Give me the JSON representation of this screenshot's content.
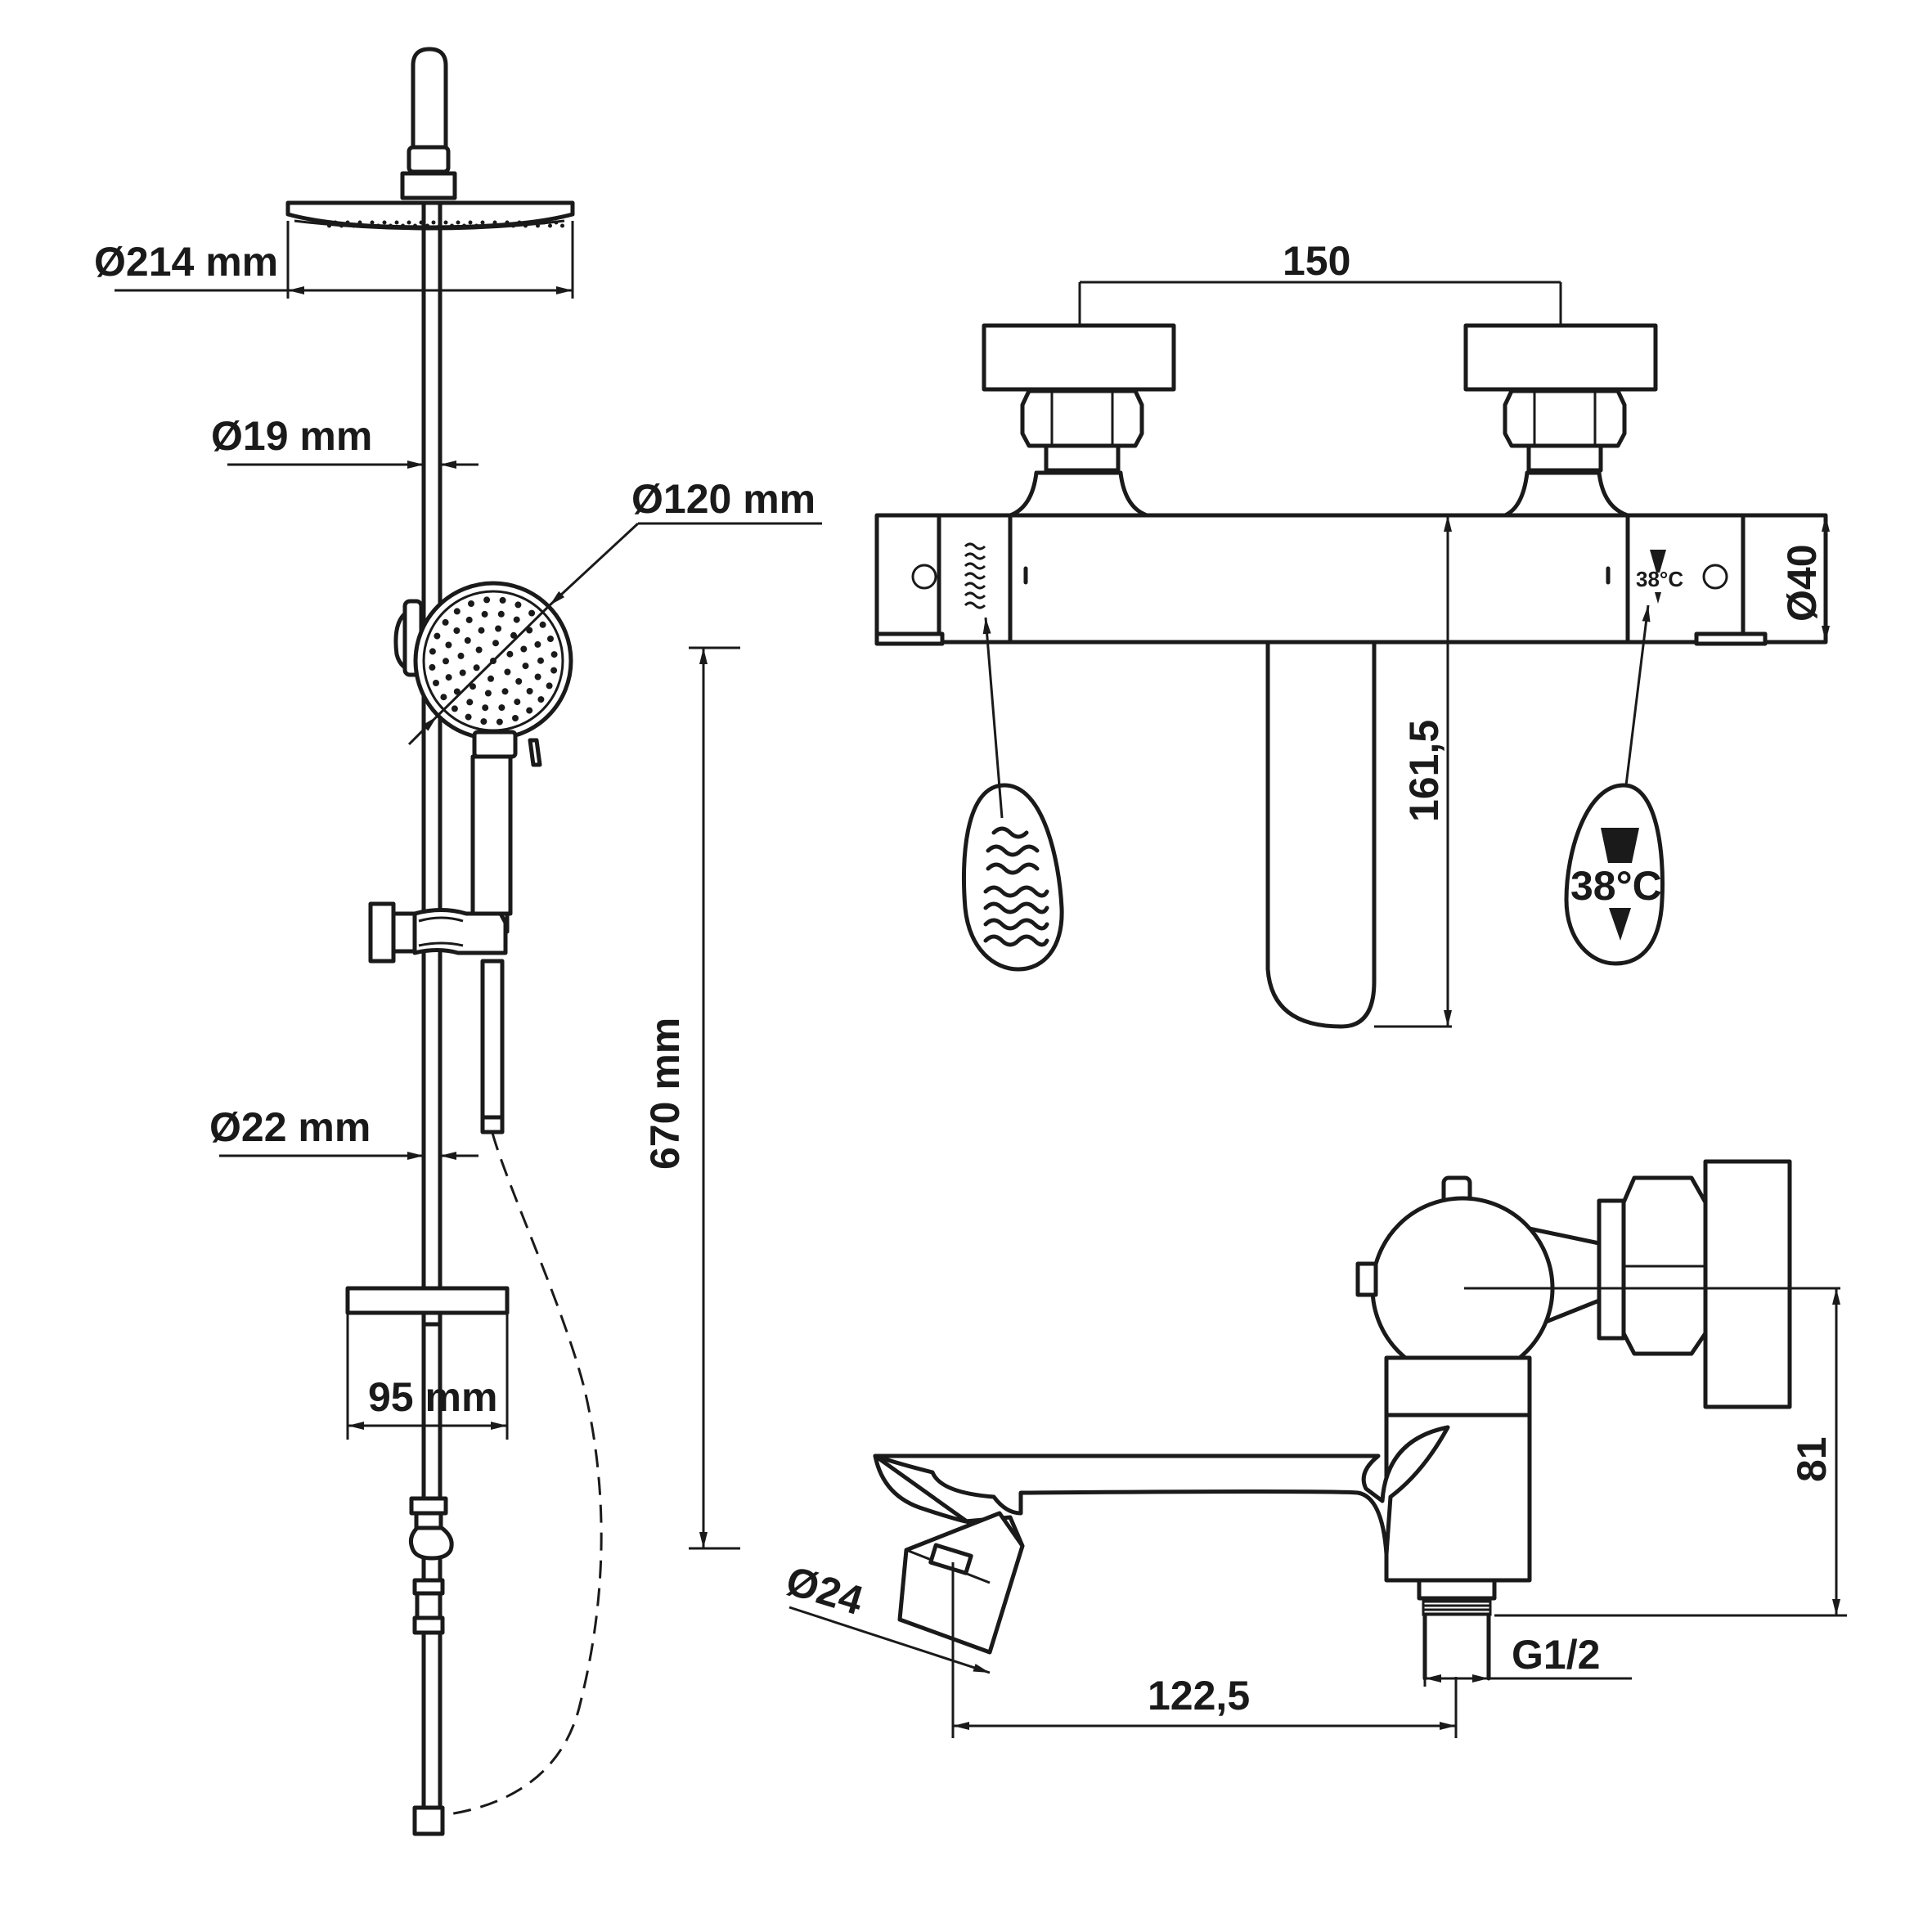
{
  "shower_column": {
    "rain_head_diameter": "Ø214 mm",
    "rail_diameter_top": "Ø19 mm",
    "hand_shower_diameter": "Ø120 mm",
    "rail_diameter_bottom": "Ø22 mm",
    "shelf_width": "95 mm",
    "height": "670 mm"
  },
  "mixer_front": {
    "centers": "150",
    "body_diameter": "Ø40",
    "spout_drop": "161,5",
    "temp_mark_small": "38°C",
    "temp_mark_large": "38°C"
  },
  "mixer_side": {
    "outlet_height": "81",
    "spout_diameter": "Ø24",
    "spout_reach": "122,5",
    "thread": "G1/2"
  }
}
